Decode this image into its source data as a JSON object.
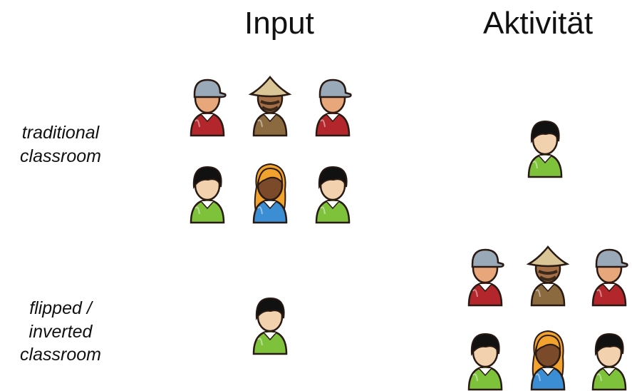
{
  "headers": {
    "input": "Input",
    "activity": "Aktivität"
  },
  "rows": {
    "traditional": {
      "label_lines": [
        "traditional",
        "classroom"
      ]
    },
    "flipped": {
      "label_lines": [
        "flipped /",
        "inverted",
        "classroom"
      ]
    }
  },
  "person_types": {
    "cap-red": {
      "hat": "cap",
      "hat_color": "#9aa9b8",
      "shirt": "#b3262b",
      "skin": "#e8a77b"
    },
    "straw-brown": {
      "hat": "straw",
      "hat_color": "#d9c596",
      "shirt": "#8a6a3e",
      "skin": "#a46f47"
    },
    "hair-green": {
      "hat": "black-hair",
      "hat_color": "#111111",
      "shirt": "#7ec13b",
      "skin": "#f2d2ae"
    },
    "blonde-blue": {
      "hat": "long-hair",
      "hat_color": "#f2a32d",
      "shirt": "#3b8ed4",
      "skin": "#7a4a2b"
    }
  }
}
